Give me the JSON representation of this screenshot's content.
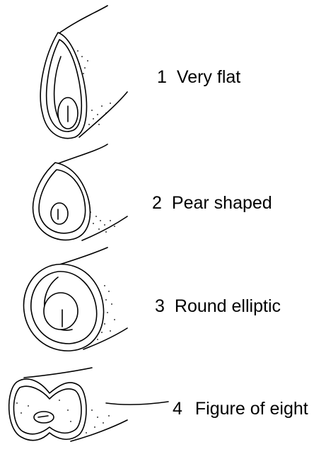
{
  "items": [
    {
      "number": "1",
      "label": "Very flat"
    },
    {
      "number": "2",
      "label": "Pear shaped"
    },
    {
      "number": "3",
      "label": "Round elliptic"
    },
    {
      "number": "4",
      "label": "Figure of eight"
    }
  ]
}
